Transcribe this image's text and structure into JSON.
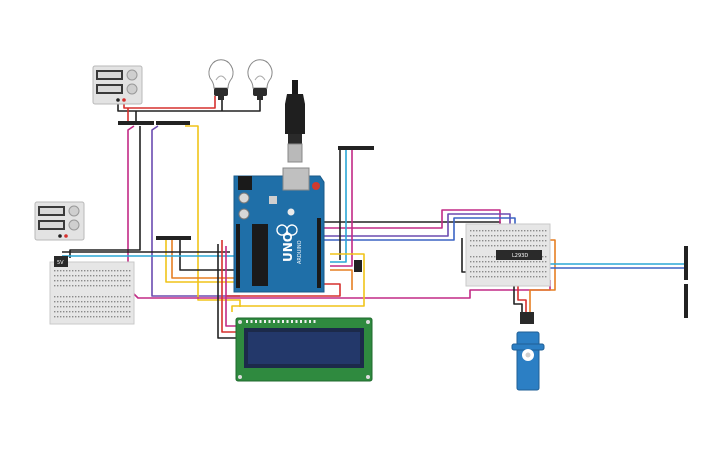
{
  "circuit": {
    "arduino": {
      "brand_text": "ARDUINO",
      "model_text": "UNO",
      "color": "#1f6fa8"
    },
    "driver_ic": {
      "label": "L293D"
    },
    "regulator": {
      "label": "5V"
    },
    "wire_colors": {
      "black": "#222222",
      "red": "#d6302e",
      "magenta": "#c22a86",
      "purple": "#6b4bb0",
      "cyan": "#2aa7d6",
      "yellow": "#f0c419",
      "orange": "#e67e22",
      "green": "#3a9e3a"
    }
  }
}
